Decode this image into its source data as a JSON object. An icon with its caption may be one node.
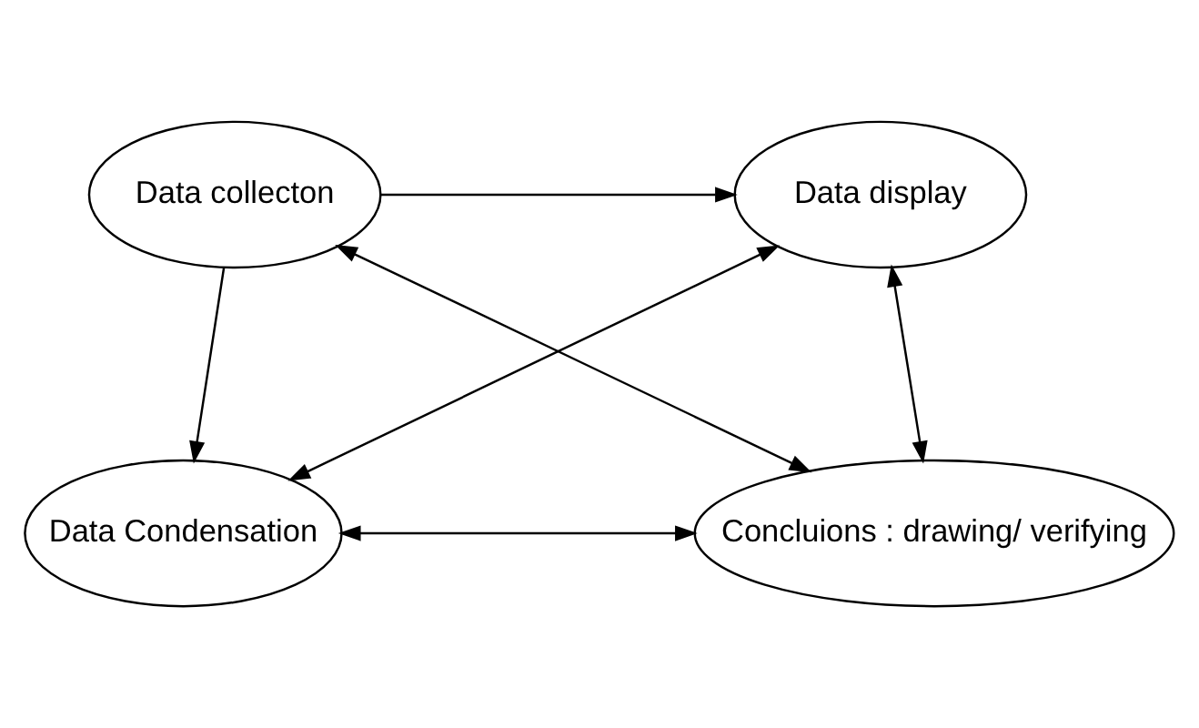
{
  "diagram": {
    "nodes": [
      {
        "text": [
          "Data collecton"
        ]
      },
      {
        "text": [
          "Data display"
        ]
      },
      {
        "text": [
          "Data Condensation"
        ]
      },
      {
        "text": [
          "Concluions : drawing/ verifying"
        ]
      }
    ],
    "edges": [
      {
        "from": 0,
        "to": 1,
        "arrow": "to"
      },
      {
        "from": 0,
        "to": 2,
        "arrow": "to"
      },
      {
        "from": 0,
        "to": 3,
        "arrow": "both"
      },
      {
        "from": 1,
        "to": 2,
        "arrow": "both"
      },
      {
        "from": 1,
        "to": 3,
        "arrow": "both"
      },
      {
        "from": 2,
        "to": 3,
        "arrow": "both"
      }
    ]
  }
}
